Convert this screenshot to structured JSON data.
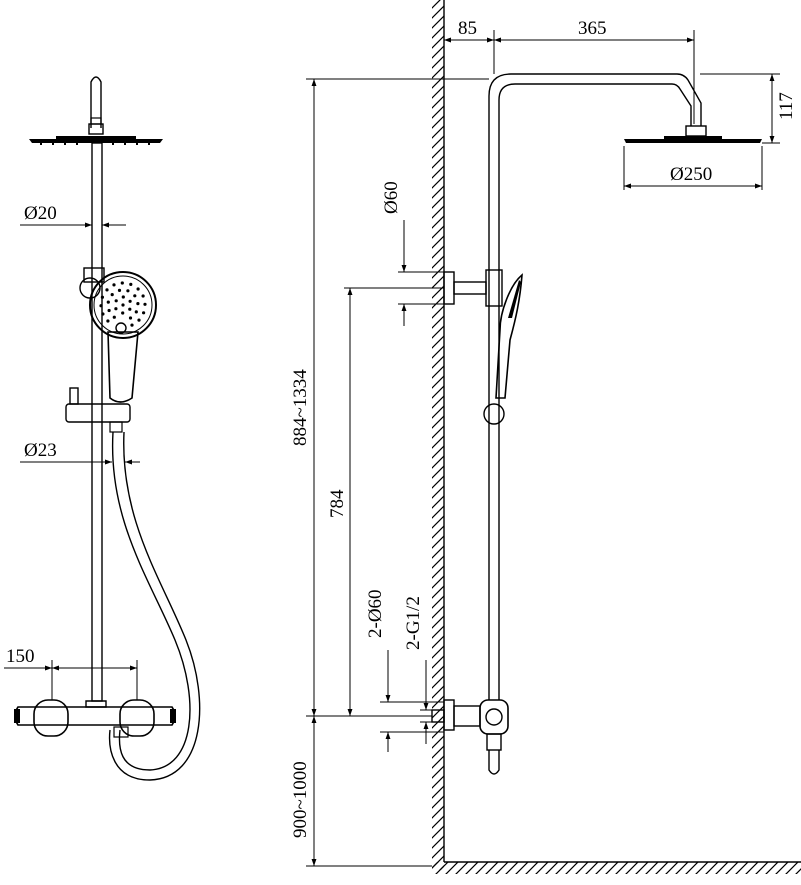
{
  "front_view": {
    "dim_rod_diameter": "Ø20",
    "dim_hose_diameter": "Ø23",
    "dim_inlet_spacing": "150"
  },
  "side_view": {
    "dim_wall_offset": "85",
    "dim_arm_length": "365",
    "dim_head_drop": "117",
    "dim_head_diameter": "Ø250",
    "dim_bracket_diameter": "Ø60",
    "dim_total_height": "884~1334",
    "dim_bracket_height": "784",
    "dim_escutcheon_diameter": "2-Ø60",
    "dim_thread": "2-G1/2",
    "dim_mount_height": "900~1000"
  },
  "colors": {
    "line": "#000000",
    "background": "#ffffff"
  }
}
